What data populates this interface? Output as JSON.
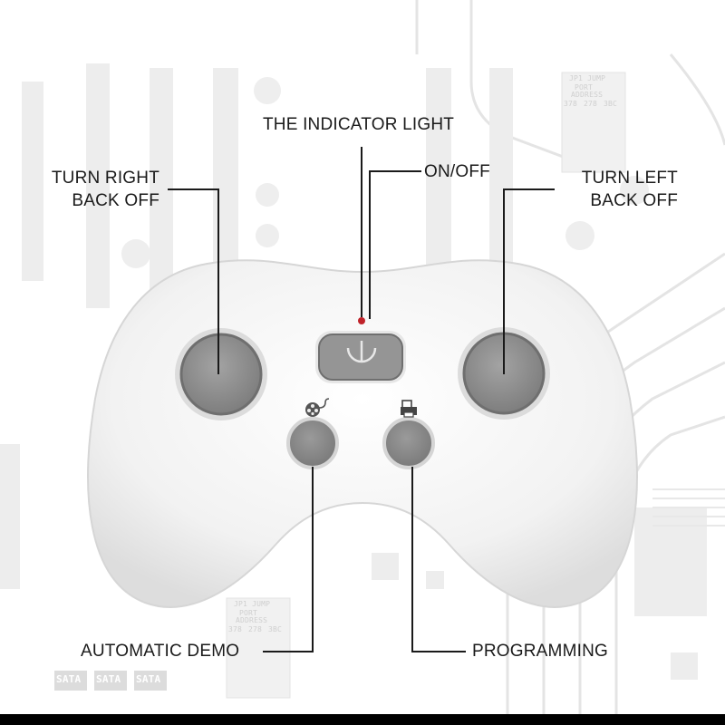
{
  "labels": {
    "indicator_light": "THE INDICATOR LIGHT",
    "on_off": "ON/OFF",
    "turn_right_line1": "TURN RIGHT",
    "turn_right_line2": "BACK OFF",
    "turn_left_line1": "TURN LEFT",
    "turn_left_line2": "BACK OFF",
    "automatic_demo": "AUTOMATIC DEMO",
    "programming": "PROGRAMMING"
  },
  "background_text": {
    "jump_top": "JP1 JUMP",
    "port_top": "PORT",
    "address_top": "ADDRESS",
    "addr_cells_top": [
      "378",
      "278",
      "3BC"
    ],
    "jump_bottom": "JP1 JUMP",
    "port_bottom": "PORT",
    "address_bottom": "ADDRESS",
    "addr_cells_bottom": [
      "378",
      "278",
      "3BC"
    ],
    "sata": [
      "SATA",
      "SATA",
      "SATA"
    ]
  },
  "icons": {
    "power": "power-icon",
    "demo": "film-reel-icon",
    "program": "printer-icon"
  },
  "colors": {
    "indicator_led": "#c0232a",
    "controller_body": "#f2f2f2",
    "button_gray": "#8c8c8c",
    "pcb_lines": "#e3e3e3"
  }
}
